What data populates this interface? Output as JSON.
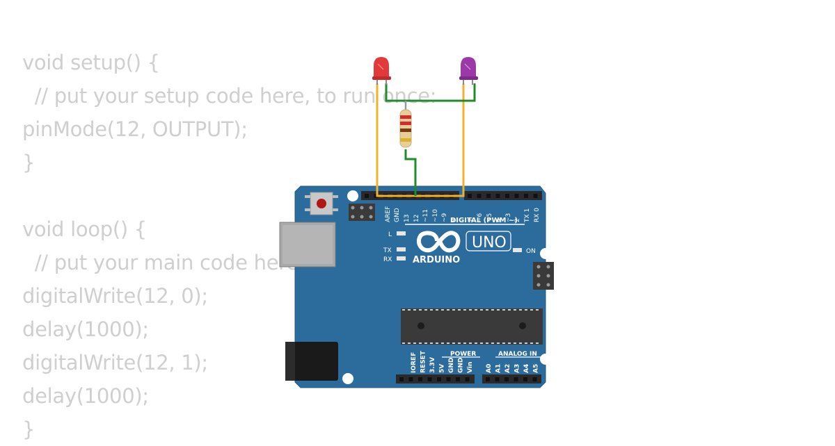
{
  "code": {
    "lines": [
      "void setup() {",
      "  // put your setup code here, to run once:",
      "pinMode(12, OUTPUT);",
      "}",
      "",
      "void loop() {",
      "  // put your main code here, to run repeatedly:",
      "digitalWrite(12, 0);",
      "delay(1000);",
      "digitalWrite(12, 1);",
      "delay(1000);",
      "}"
    ]
  },
  "board": {
    "brand": "ARDUINO",
    "model": "UNO",
    "digital_header": "DIGITAL (PWM ~)",
    "power_header": "POWER",
    "analog_header": "ANALOG IN",
    "on_label": "ON",
    "led_l_label": "L",
    "tx_label": "TX",
    "rx_label": "RX",
    "pin_labels_top": [
      "AREF",
      "GND",
      "13",
      "12",
      "~11",
      "~10",
      "~9",
      "8",
      "7",
      "~6",
      "~5",
      "4",
      "~3",
      "2",
      "TX 1",
      "RX 0"
    ],
    "pin_labels_power": [
      "IOREF",
      "RESET",
      "3.3V",
      "5V",
      "GND",
      "GND",
      "Vin"
    ],
    "pin_labels_analog": [
      "A0",
      "A1",
      "A2",
      "A3",
      "A4",
      "A5"
    ]
  },
  "colors": {
    "code_text": "#cfcfcf",
    "board": "#2c6c9c",
    "led_red": "#e03a3a",
    "led_purple": "#9b3aa6",
    "wire_orange": "#f2b12b",
    "wire_green": "#1f8c2a"
  }
}
